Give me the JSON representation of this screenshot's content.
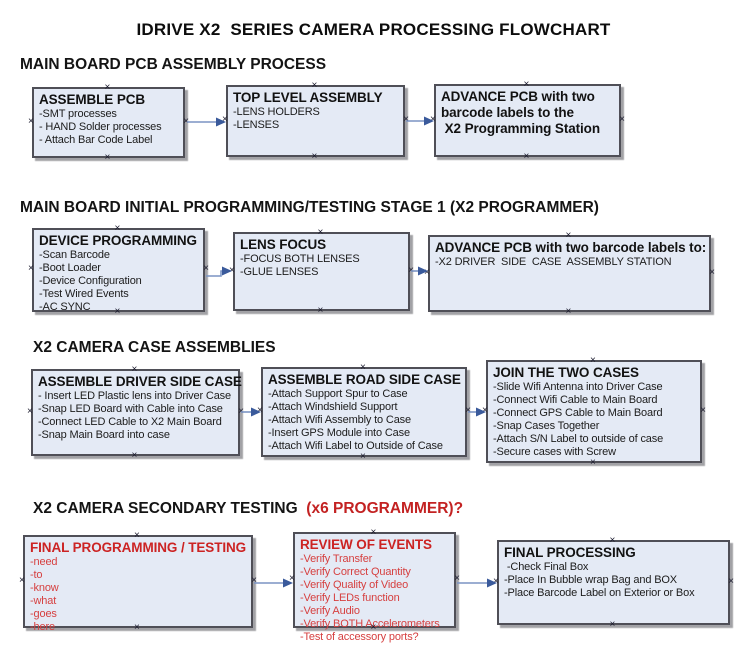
{
  "title": "IDRIVE X2  SERIES CAMERA PROCESSING FLOWCHART",
  "icons": {
    "connector_handle": "×"
  },
  "colors": {
    "box_fill": "#e4eaf5",
    "box_border": "#4f4f57",
    "arrow_line": "#7b94c4",
    "arrow_head": "#3a5a9b",
    "red_heading": "#c32222",
    "red_box_title": "#cc2323",
    "red_box_item": "#d64040",
    "text": "#111111"
  },
  "sections": [
    {
      "heading": "MAIN BOARD PCB ASSEMBLY PROCESS",
      "boxes": [
        {
          "title": "ASSEMBLE PCB",
          "items": [
            "-SMT processes",
            "- HAND Solder processes",
            "- Attach Bar Code Label"
          ]
        },
        {
          "title": "TOP LEVEL ASSEMBLY",
          "items": [
            "-LENS HOLDERS",
            "-LENSES"
          ]
        },
        {
          "title": "ADVANCE PCB with two\nbarcode labels to the\n X2 Programming Station",
          "items": []
        }
      ]
    },
    {
      "heading": "MAIN BOARD INITIAL PROGRAMMING/TESTING STAGE 1 (X2 PROGRAMMER)",
      "boxes": [
        {
          "title": "DEVICE PROGRAMMING",
          "items": [
            "-Scan Barcode",
            "-Boot Loader",
            "-Device Configuration",
            "-Test Wired Events",
            "-AC SYNC"
          ]
        },
        {
          "title": "LENS FOCUS",
          "items": [
            "-FOCUS BOTH LENSES",
            "-GLUE LENSES"
          ]
        },
        {
          "title": "ADVANCE PCB with two barcode labels to:",
          "items": [
            "-X2 DRIVER  SIDE  CASE  ASSEMBLY STATION"
          ]
        }
      ]
    },
    {
      "heading": "X2 CAMERA CASE ASSEMBLIES",
      "boxes": [
        {
          "title": "ASSEMBLE DRIVER SIDE CASE",
          "items": [
            "- Insert LED Plastic lens into Driver Case",
            "-Snap LED Board with Cable into Case",
            "-Connect LED Cable to X2 Main Board",
            "-Snap Main Board into case"
          ]
        },
        {
          "title": "ASSEMBLE ROAD SIDE CASE",
          "items": [
            "-Attach Support Spur to Case",
            "-Attach Windshield Support",
            "-Attach Wifi Assembly to Case",
            "-Insert GPS Module into Case",
            "-Attach Wifi Label to Outside of Case"
          ]
        },
        {
          "title": "JOIN THE TWO CASES",
          "items": [
            "-Slide Wifi Antenna into Driver Case",
            "-Connect Wifi Cable to Main Board",
            "-Connect GPS Cable to Main Board",
            "-Snap Cases Together",
            "-Attach S/N Label to outside of case",
            "-Secure cases with Screw"
          ]
        }
      ]
    },
    {
      "heading": "X2 CAMERA SECONDARY TESTING ",
      "heading_suffix": " (x6 PROGRAMMER)?",
      "boxes": [
        {
          "title": "FINAL PROGRAMMING / TESTING",
          "items": [
            "-need",
            "-to",
            "-know",
            "-what",
            "-goes",
            "-here"
          ]
        },
        {
          "title": "REVIEW OF EVENTS",
          "items": [
            "-Verify Transfer",
            "-Verify Correct Quantity",
            "-Verify Quality of Video",
            "-Verify LEDs function",
            "-Verify Audio",
            "-Verify BOTH Accelerometers",
            "-Test of accessory ports?"
          ]
        },
        {
          "title": "FINAL PROCESSING",
          "items": [
            " -Check Final Box",
            "-Place In Bubble wrap Bag and BOX",
            "-Place Barcode Label on Exterior or Box"
          ]
        }
      ]
    }
  ]
}
